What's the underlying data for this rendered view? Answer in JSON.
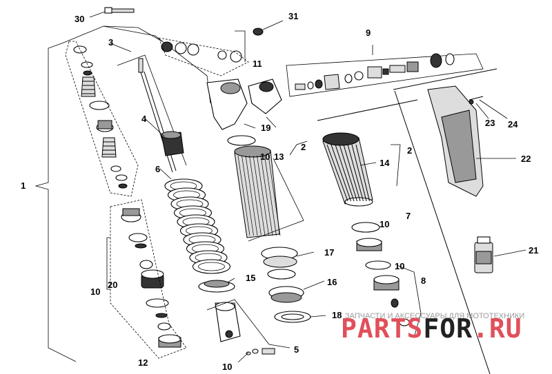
{
  "callouts": {
    "c1": "1",
    "c2a": "2",
    "c2b": "2",
    "c3": "3",
    "c4": "4",
    "c5": "5",
    "c6": "6",
    "c7": "7",
    "c8": "8",
    "c9": "9",
    "c10a": "10",
    "c10b": "10",
    "c10c": "10",
    "c10d": "10",
    "c10e": "10",
    "c11": "11",
    "c12": "12",
    "c13": "13",
    "c14": "14",
    "c15": "15",
    "c16": "16",
    "c17": "17",
    "c18": "18",
    "c19": "19",
    "c20": "20",
    "c21": "21",
    "c22": "22",
    "c23": "23",
    "c24": "24",
    "c30": "30",
    "c31": "31"
  },
  "watermark": {
    "tagline": "ЗАПЧАСТИ И АКСЕССУАРЫ ДЛЯ МОТОТЕХНИКИ",
    "logo_part1": "PARTS",
    "logo_part2": "FOR",
    "logo_part3": ".RU",
    "logo_color": "#e0505a"
  }
}
